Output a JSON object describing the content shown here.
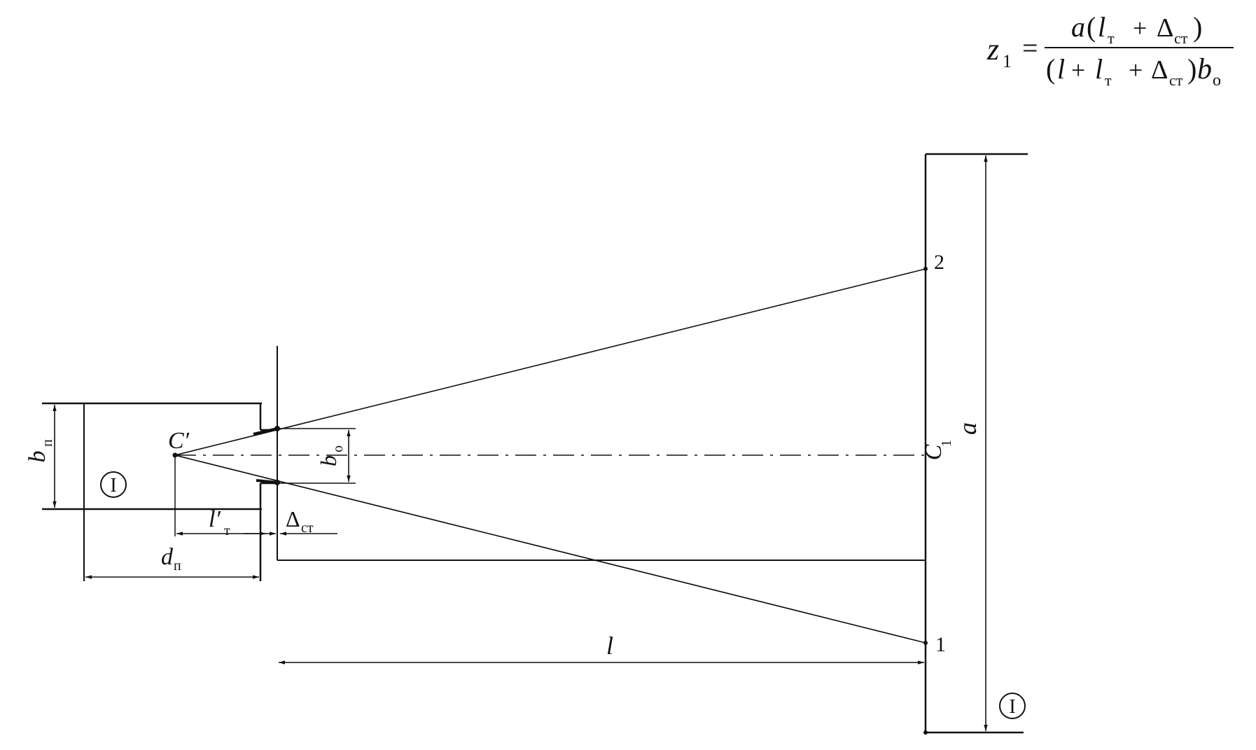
{
  "formula": {
    "lhs_var": "z",
    "lhs_sub": "1",
    "equals": "=",
    "numerator": {
      "a": "a",
      "open": "(",
      "l": "l",
      "l_sub": "т",
      "plus": "+",
      "delta": "Δ",
      "delta_sub": "ст",
      "close": ")"
    },
    "denominator": {
      "open": "(",
      "l": "l",
      "plus1": "+",
      "lt": "l",
      "lt_sub": "т",
      "plus2": "+",
      "delta": "Δ",
      "delta_sub": "ст",
      "close": ")",
      "b": "b",
      "b_sub": "о"
    }
  },
  "labels": {
    "b_p": {
      "main": "b",
      "sub": "п"
    },
    "circle_left": "I",
    "circle_right": "I",
    "c_prime": "C′",
    "b_o": {
      "main": "b",
      "sub": "о"
    },
    "c1": {
      "main": "C",
      "sub": "1"
    },
    "l_prime_t": {
      "main": "l′",
      "sub": "т"
    },
    "delta_st": {
      "main": "Δ",
      "sub": "ст"
    },
    "d_p": {
      "main": "d",
      "sub": "п"
    },
    "l": "l",
    "a": "a",
    "point_2": "2",
    "point_1": "1"
  }
}
